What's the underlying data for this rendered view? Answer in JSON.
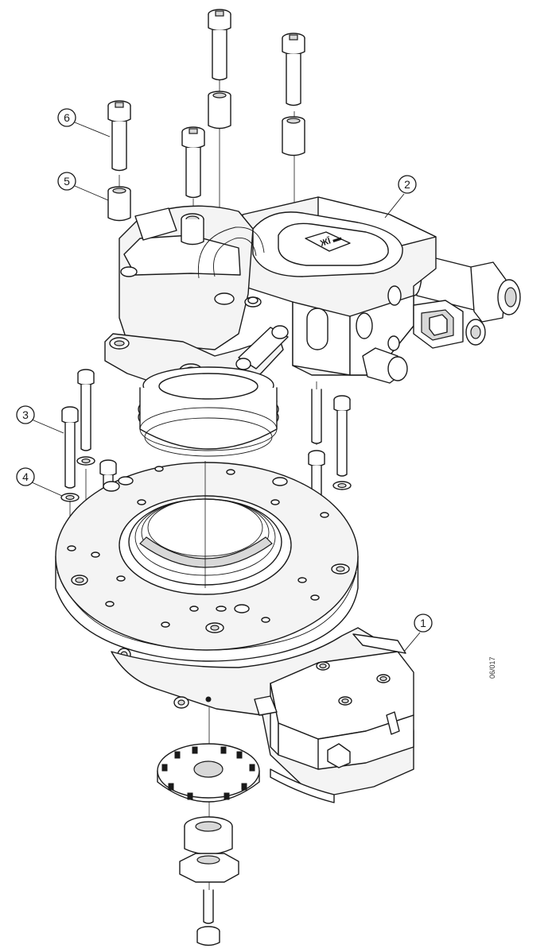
{
  "callouts": [
    {
      "label": "1"
    },
    {
      "label": "2"
    },
    {
      "label": "3"
    },
    {
      "label": "4"
    },
    {
      "label": "5"
    },
    {
      "label": "6"
    }
  ],
  "drawing_code": "06/017"
}
